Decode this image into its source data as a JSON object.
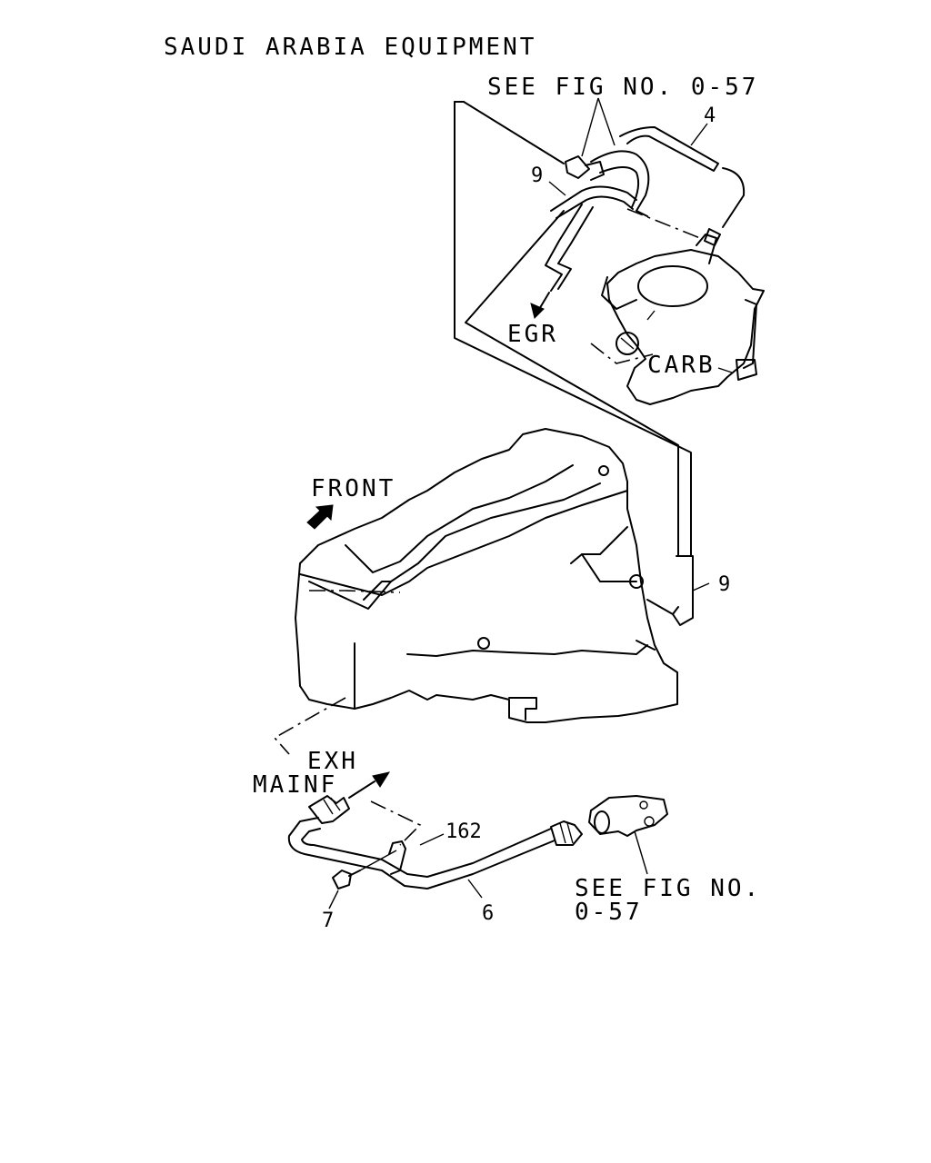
{
  "title": "SAUDI ARABIA EQUIPMENT",
  "labels": {
    "see_fig_top": "SEE FIG NO. 0-57",
    "see_fig_bottom_line1": "SEE FIG NO.",
    "see_fig_bottom_line2": "0-57",
    "egr": "EGR",
    "carb": "CARB",
    "front": "FRONT",
    "exh": "EXH",
    "mainf": "MAINF"
  },
  "callouts": {
    "part_4": "4",
    "part_9_top": "9",
    "part_9_right": "9",
    "part_162": "162",
    "part_7": "7",
    "part_6": "6"
  }
}
